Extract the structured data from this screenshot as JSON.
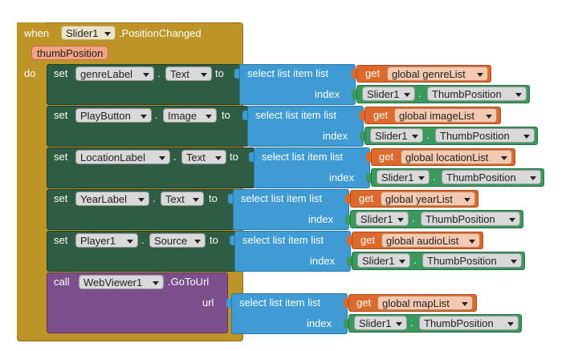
{
  "event": {
    "when": "when",
    "component": "Slider1",
    "event_name": ".PositionChanged",
    "param": "thumbPosition",
    "do": "do"
  },
  "kw": {
    "set": "set",
    "to": "to",
    "dot": ".",
    "select": "select list item  list",
    "index": "index",
    "get": "get",
    "call": "call",
    "url": "url"
  },
  "rows": [
    {
      "component": "genreLabel",
      "property": "Text",
      "global": "global genreList",
      "index_component": "Slider1",
      "index_property": "ThumbPosition"
    },
    {
      "component": "PlayButton",
      "property": "Image",
      "global": "global imageList",
      "index_component": "Slider1",
      "index_property": "ThumbPosition"
    },
    {
      "component": "LocationLabel",
      "property": "Text",
      "global": "global locationList",
      "index_component": "Slider1",
      "index_property": "ThumbPosition"
    },
    {
      "component": "YearLabel",
      "property": "Text",
      "global": "global yearList",
      "index_component": "Slider1",
      "index_property": "ThumbPosition"
    },
    {
      "component": "Player1",
      "property": "Source",
      "global": "global audioList",
      "index_component": "Slider1",
      "index_property": "ThumbPosition"
    }
  ],
  "call_block": {
    "component": "WebViewer1",
    "method": ".GoToUrl",
    "global": "global mapList",
    "index_component": "Slider1",
    "index_property": "ThumbPosition"
  }
}
